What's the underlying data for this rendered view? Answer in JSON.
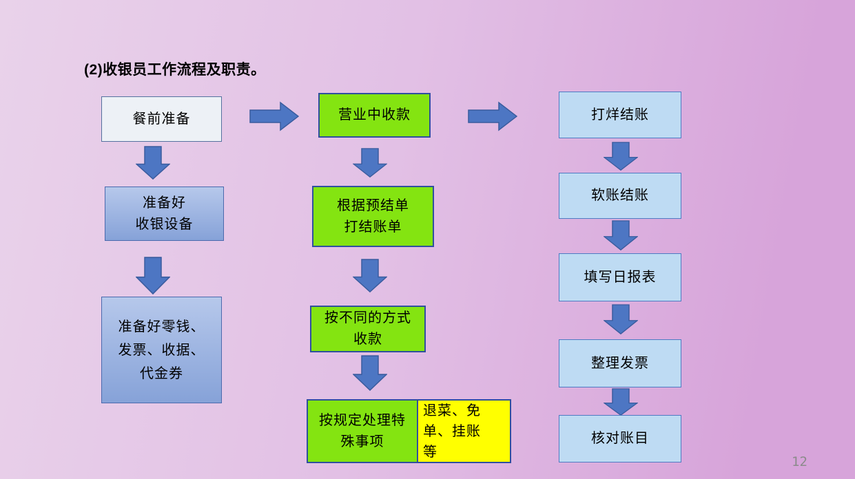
{
  "slide": {
    "title": "(2)收银员工作流程及职责。",
    "page_number": "12"
  },
  "colors": {
    "bg_left": "#e9d2ea",
    "bg_mid": "#e2c0e5",
    "bg_right": "#d7a4da",
    "title_color": "#000000",
    "page_number_color": "#8b8b8b",
    "arrow_fill": "#4d76c3",
    "arrow_stroke": "#3a5c9e",
    "green_fill": "#84e411",
    "green_border": "#2f4f9e",
    "yellow_fill": "#ffff00",
    "lightblue_fill": "#bedbf3",
    "lightblue_border": "#4e7ac2",
    "bluegrad_top": "#b6c8eb",
    "bluegrad_bottom": "#86a2d8",
    "bluegrad_border": "#4a69ad",
    "whitebox_fill": "#edf1f6",
    "whitebox_border": "#54719e"
  },
  "flowchart": {
    "column1": {
      "box1": {
        "lines": [
          "餐前准备"
        ]
      },
      "box2": {
        "lines": [
          "准备好",
          "收银设备"
        ]
      },
      "box3": {
        "lines": [
          "准备好零钱、",
          "发票、收据、",
          "代金券"
        ]
      }
    },
    "column2": {
      "box1": {
        "lines": [
          "营业中收款"
        ]
      },
      "box2": {
        "lines": [
          "根据预结单",
          "打结账单"
        ]
      },
      "box3": {
        "lines": [
          "按不同的方式",
          "收款"
        ]
      },
      "box4": {
        "lines": [
          "按规定处理特",
          "殊事项"
        ]
      },
      "box4_note": {
        "lines": [
          "退菜、免",
          "单、挂账",
          "等"
        ]
      }
    },
    "column3": {
      "box1": {
        "lines": [
          "打烊结账"
        ]
      },
      "box2": {
        "lines": [
          "软账结账"
        ]
      },
      "box3": {
        "lines": [
          "填写日报表"
        ]
      },
      "box4": {
        "lines": [
          "整理发票"
        ]
      },
      "box5": {
        "lines": [
          "核对账目"
        ]
      }
    }
  }
}
